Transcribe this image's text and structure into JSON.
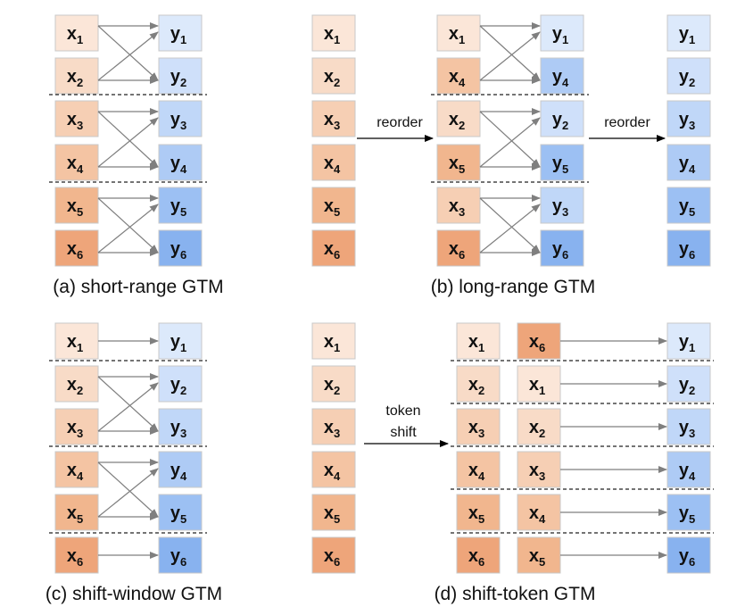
{
  "panels": [
    {
      "id": "a",
      "caption": "(a) short-range GTM"
    },
    {
      "id": "b",
      "caption": "(b) long-range GTM",
      "arrow1_label": "reorder",
      "arrow2_label": "reorder"
    },
    {
      "id": "c",
      "caption": "(c) shift-window GTM"
    },
    {
      "id": "d",
      "caption": "(d) shift-token GTM",
      "arrow_label_line1": "token",
      "arrow_label_line2": "shift"
    }
  ],
  "colors": {
    "x": [
      "#fbe6d8",
      "#f8dbc7",
      "#f6cfb4",
      "#f4c4a3",
      "#f1b68e",
      "#eea57a"
    ],
    "y": [
      "#dce9fb",
      "#cfe0fa",
      "#c0d7f8",
      "#aecbf5",
      "#9cc0f3",
      "#88b2ef"
    ],
    "box_stroke": "#c8c8c8",
    "arrow": "#7f7f7f"
  },
  "tokens": {
    "x": [
      "x1",
      "x2",
      "x3",
      "x4",
      "x5",
      "x6"
    ],
    "y": [
      "y1",
      "y2",
      "y3",
      "y4",
      "y5",
      "y6"
    ]
  }
}
